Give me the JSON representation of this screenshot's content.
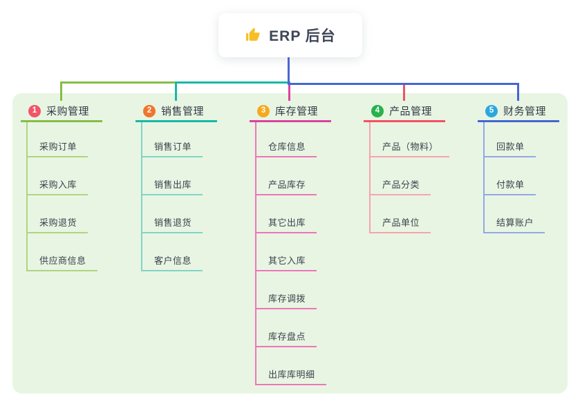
{
  "root": {
    "label": "ERP 后台",
    "icon": "thumbs-up",
    "icon_color": "#f5bf25",
    "stem_color": "#4a64d8"
  },
  "panel": {
    "background": "#e8f5e3"
  },
  "branches": [
    {
      "index": "1",
      "label": "采购管理",
      "badge_color": "#f25568",
      "line_color": "#85bd47",
      "child_line_color": "#aed57f",
      "children": [
        "采购订单",
        "采购入库",
        "采购退货",
        "供应商信息"
      ]
    },
    {
      "index": "2",
      "label": "销售管理",
      "badge_color": "#f2742e",
      "line_color": "#17b8a6",
      "child_line_color": "#82d3c6",
      "children": [
        "销售订单",
        "销售出库",
        "销售退货",
        "客户信息"
      ]
    },
    {
      "index": "3",
      "label": "库存管理",
      "badge_color": "#f6a91f",
      "line_color": "#dc41a0",
      "child_line_color": "#ee74ba",
      "children": [
        "仓库信息",
        "产品库存",
        "其它出库",
        "其它入库",
        "库存调拨",
        "库存盘点",
        "出库库明细"
      ]
    },
    {
      "index": "4",
      "label": "产品管理",
      "badge_color": "#27b24d",
      "line_color": "#f44f63",
      "child_line_color": "#f8a2ad",
      "children": [
        "产品（物料）",
        "产品分类",
        "产品单位"
      ]
    },
    {
      "index": "5",
      "label": "财务管理",
      "badge_color": "#2ba7de",
      "line_color": "#4465d3",
      "child_line_color": "#93a7e4",
      "children": [
        "回款单",
        "付款单",
        "结算账户"
      ]
    }
  ]
}
